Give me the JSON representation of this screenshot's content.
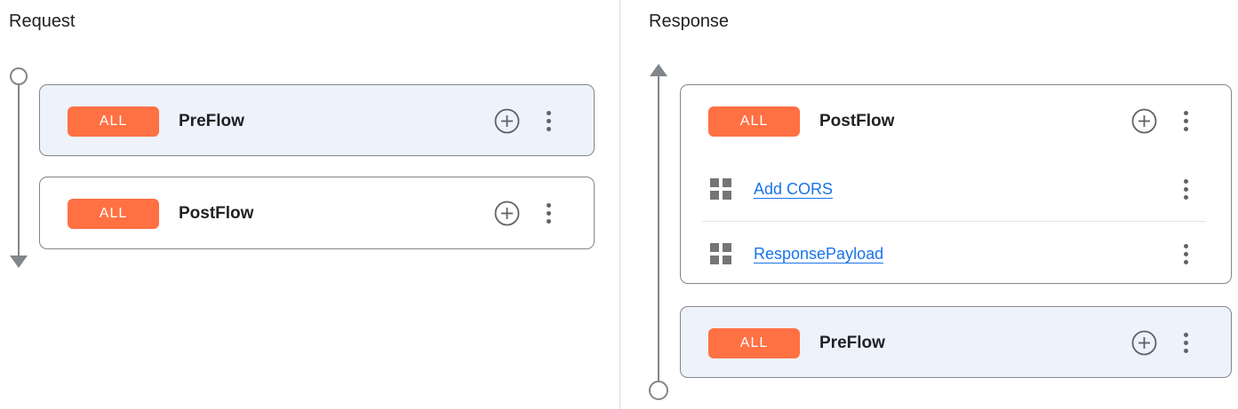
{
  "colors": {
    "accent_orange": "#FF7043",
    "highlight_background": "#EEF2FB",
    "link_blue": "#1A73E8",
    "card_border": "#80868B",
    "icon_gray": "#5F6368",
    "connector_gray": "#80868B",
    "text_dark": "#202124"
  },
  "icons": {
    "add_policy": "plus-circle-icon",
    "flow_menu": "kebab-vertical-icon",
    "policy": "grid-squares-icon",
    "request_connector": "circle-start-arrow-down",
    "response_connector": "arrow-up-circle-end"
  },
  "request": {
    "title": "Request",
    "flows": [
      {
        "badge": "ALL",
        "name": "PreFlow",
        "highlighted": true,
        "policies": []
      },
      {
        "badge": "ALL",
        "name": "PostFlow",
        "highlighted": false,
        "policies": []
      }
    ]
  },
  "response": {
    "title": "Response",
    "flows": [
      {
        "badge": "ALL",
        "name": "PostFlow",
        "highlighted": false,
        "policies": [
          "Add CORS",
          "ResponsePayload"
        ]
      },
      {
        "badge": "ALL",
        "name": "PreFlow",
        "highlighted": true,
        "policies": []
      }
    ]
  }
}
